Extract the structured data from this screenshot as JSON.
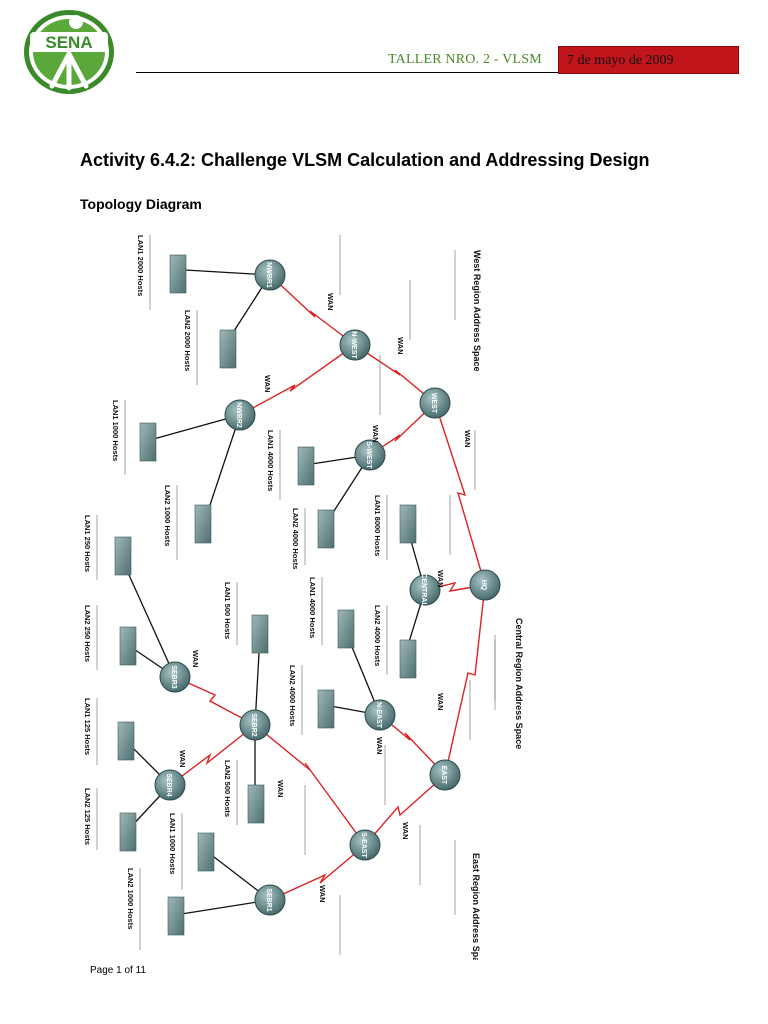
{
  "header": {
    "logo_text": "SENA",
    "title": "TALLER NRO. 2 - VLSM",
    "date": "7 de mayo de 2009",
    "colors": {
      "title": "#4a8a2a",
      "date_box": "#c0151b",
      "logo_green": "#3a8a2a"
    }
  },
  "document": {
    "title": "Activity 6.4.2: Challenge VLSM Calculation and Addressing Design",
    "section_title": "Topology Diagram"
  },
  "diagram": {
    "routers": [
      {
        "id": "nwbr1",
        "label": "NWBR1"
      },
      {
        "id": "nwbr2",
        "label": "NWBR2"
      },
      {
        "id": "nwest",
        "label": "N-WEST"
      },
      {
        "id": "swest",
        "label": "S-WEST"
      },
      {
        "id": "west",
        "label": "WEST"
      },
      {
        "id": "central",
        "label": "CENTRAL"
      },
      {
        "id": "hq",
        "label": "HQ"
      },
      {
        "id": "neast",
        "label": "N-EAST"
      },
      {
        "id": "east",
        "label": "EAST"
      },
      {
        "id": "seast",
        "label": "S-EAST"
      },
      {
        "id": "sebr1",
        "label": "SEBR1"
      },
      {
        "id": "sebr2",
        "label": "SEBR2"
      },
      {
        "id": "sebr3",
        "label": "SEBR3"
      },
      {
        "id": "sebr4",
        "label": "SEBR4"
      }
    ],
    "lan_labels": [
      "LAN1 2000 Hosts",
      "LAN2 2000 Hosts",
      "LAN1 1000 Hosts",
      "LAN2 1000 Hosts",
      "LAN1 4000 Hosts",
      "LAN2 4000 Hosts",
      "LAN1 8000 Hosts",
      "LAN1 4000 Hosts",
      "LAN2 4000 Hosts",
      "LAN2 4000 Hosts",
      "LAN1 250 Hosts",
      "LAN2 250 Hosts",
      "LAN1 500 Hosts",
      "LAN2 500 Hosts",
      "LAN1 125 Hosts",
      "LAN2 125 Hosts",
      "LAN1 1000 Hosts",
      "LAN2 1000 Hosts"
    ],
    "wan_label": "WAN",
    "regions": [
      "West Region Address Space",
      "Central Region Address Space",
      "East Region Address Space"
    ]
  },
  "footer": {
    "page": "Page 1 of 11"
  }
}
